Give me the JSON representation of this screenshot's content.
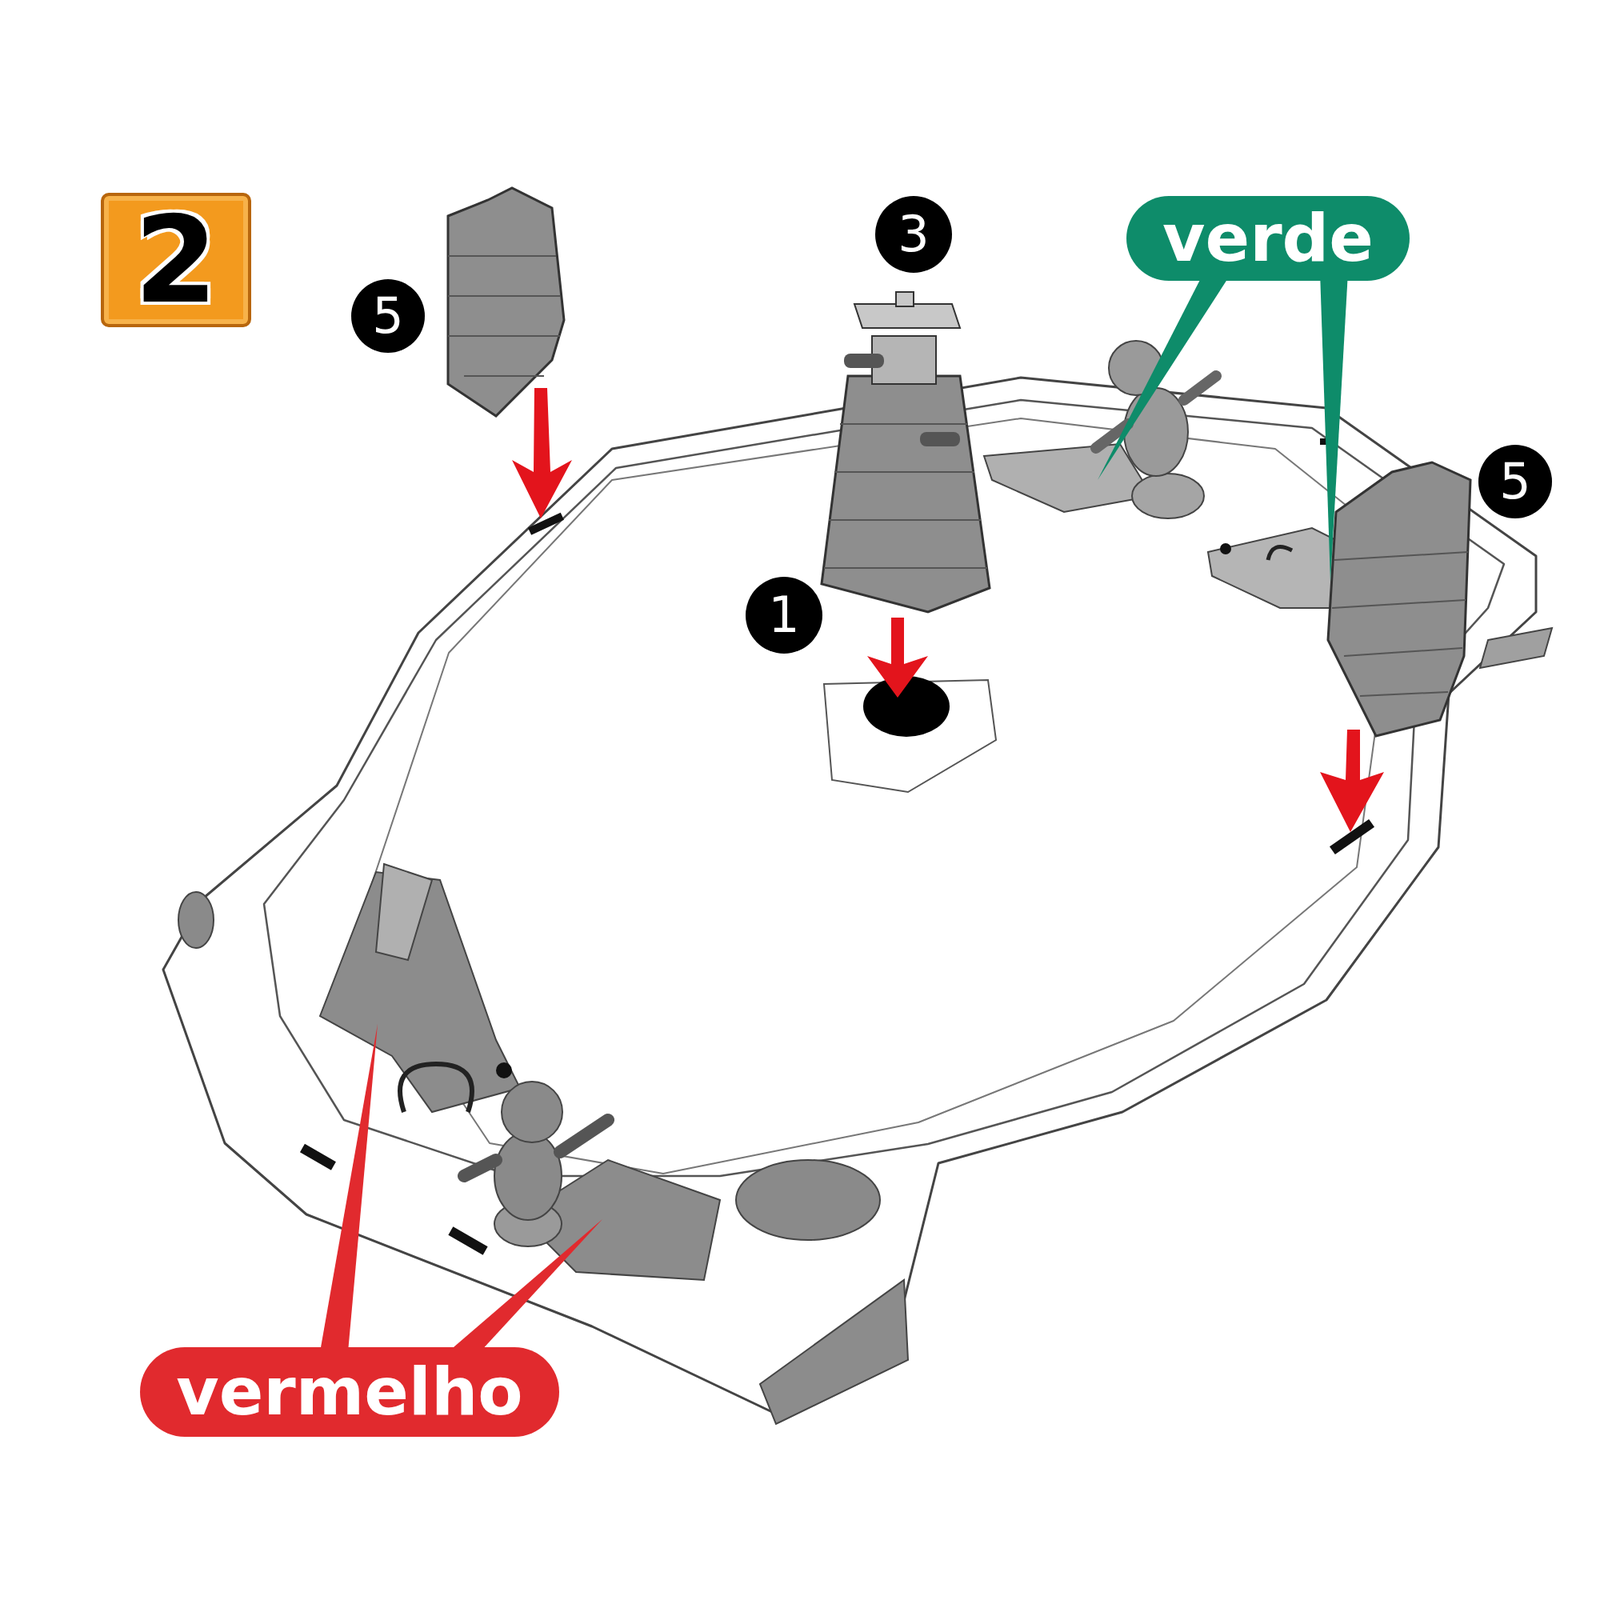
{
  "diagram": {
    "nodes": [
      {
        "text": [
          "verde"
        ]
      },
      {
        "text": [
          "vermelho"
        ]
      }
    ],
    "labels": [
      "2",
      "5",
      "3",
      "5",
      "1"
    ]
  }
}
